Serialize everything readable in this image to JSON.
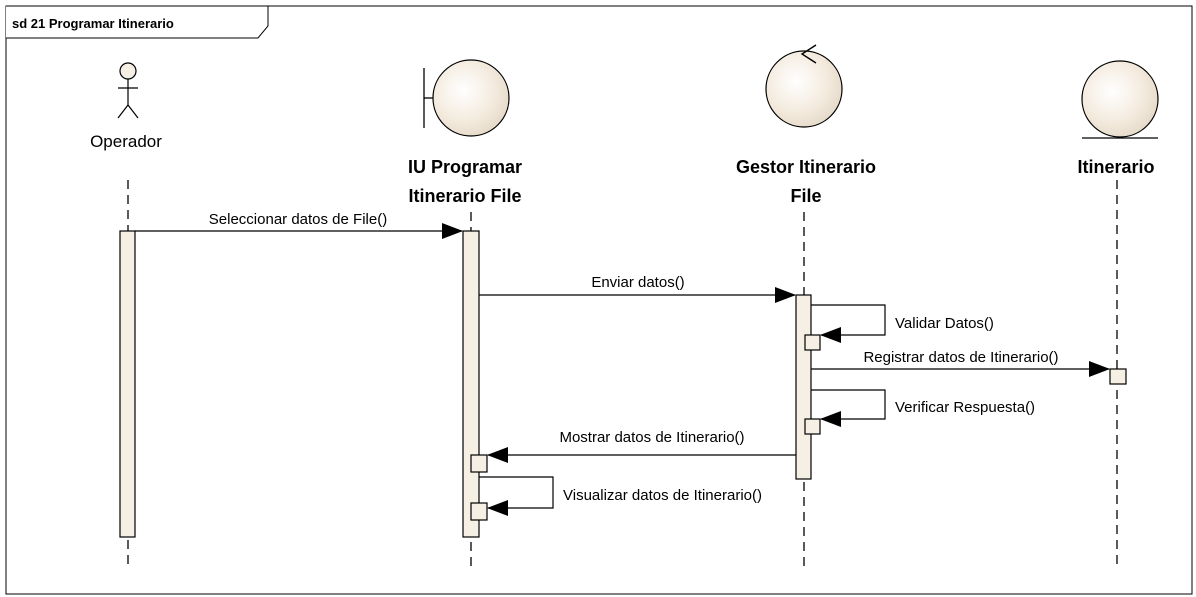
{
  "frame": {
    "title": "sd 21 Programar Itinerario"
  },
  "lifelines": {
    "operador": {
      "label": "Operador"
    },
    "iu": {
      "line1": "IU Programar",
      "line2": "Itinerario File"
    },
    "gestor": {
      "line1": "Gestor Itinerario",
      "line2": "File"
    },
    "itinerario": {
      "label": "Itinerario"
    }
  },
  "messages": {
    "m1": "Seleccionar datos de File()",
    "m2": "Enviar datos()",
    "m3": "Validar Datos()",
    "m4": "Registrar datos de Itinerario()",
    "m5": "Verificar Respuesta()",
    "m6": "Mostrar datos de Itinerario()",
    "m7": "Visualizar datos de Itinerario()"
  },
  "colors": {
    "element_fill": "#f6f0e4",
    "stroke": "#000000",
    "frame_bg": "#ffffff"
  }
}
